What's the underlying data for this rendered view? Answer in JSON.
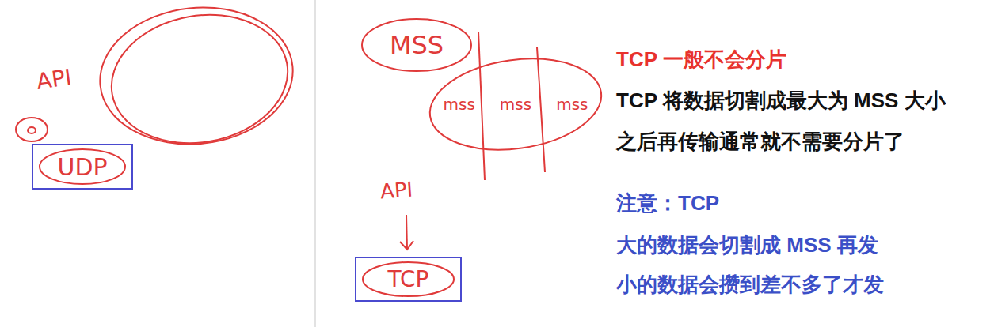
{
  "diagram": {
    "nodes": [
      {
        "text": [
          "UDP"
        ]
      },
      {
        "text": [
          "MSS"
        ]
      },
      {
        "text": [
          "mss",
          "mss",
          "mss"
        ]
      },
      {
        "text": [
          "TCP"
        ]
      }
    ],
    "labels": [
      "API",
      "API",
      "TCP 一般不会分片",
      "TCP 将数据切割成最大为 MSS 大小",
      "之后再传输通常就不需要分片了",
      "注意：TCP",
      "大的数据会切割成 MSS 再发",
      "小的数据会攒到差不多了才发"
    ]
  }
}
